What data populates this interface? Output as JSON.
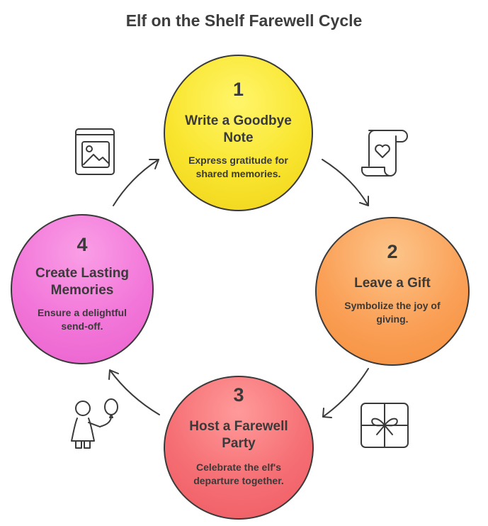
{
  "title": "Elf on the Shelf Farewell Cycle",
  "steps": [
    {
      "number": "1",
      "heading": "Write a Goodbye Note",
      "description": "Express gratitude for shared memories.",
      "color": "#f9e52e"
    },
    {
      "number": "2",
      "heading": "Leave a Gift",
      "description": "Symbolize the joy of giving.",
      "color": "#faa057"
    },
    {
      "number": "3",
      "heading": "Host a Farewell Party",
      "description": "Celebrate the elf's departure together.",
      "color": "#f56f74"
    },
    {
      "number": "4",
      "heading": "Create Lasting Memories",
      "description": "Ensure a delightful send-off.",
      "color": "#f276d9"
    }
  ],
  "icons": [
    "photo-album-icon",
    "love-letter-scroll-icon",
    "gift-box-icon",
    "child-with-balloon-icon"
  ],
  "line_color": "#3a3a3a"
}
